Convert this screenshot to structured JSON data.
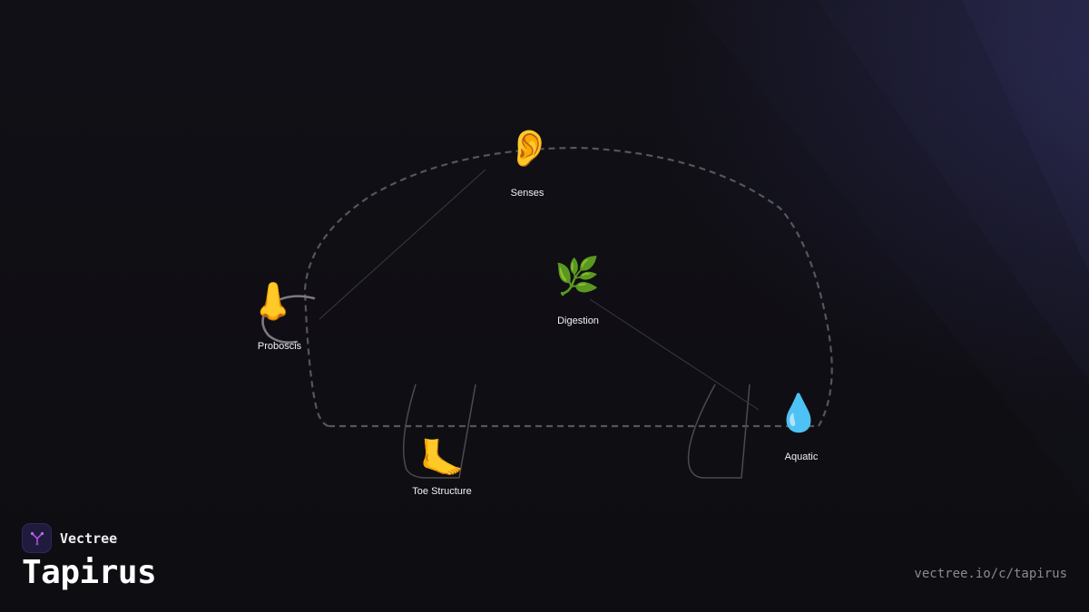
{
  "brand": {
    "name": "Vectree",
    "logo_icon": "tree-branch-icon",
    "accent": "#b04fe0"
  },
  "page": {
    "title": "Tapirus",
    "url": "vectree.io/c/tapirus"
  },
  "diagram": {
    "outline_color": "#55555c",
    "nodes": [
      {
        "id": "senses",
        "icon": "ear-icon",
        "glyph": "👂",
        "label": "Senses"
      },
      {
        "id": "digestion",
        "icon": "herb-icon",
        "glyph": "🌿",
        "label": "Digestion"
      },
      {
        "id": "proboscis",
        "icon": "nose-icon",
        "glyph": "👃",
        "label": "Proboscis"
      },
      {
        "id": "toe",
        "icon": "foot-icon",
        "glyph": "🦶",
        "label": "Toe Structure"
      },
      {
        "id": "aquatic",
        "icon": "droplet-icon",
        "glyph": "💧",
        "label": "Aquatic"
      }
    ]
  }
}
